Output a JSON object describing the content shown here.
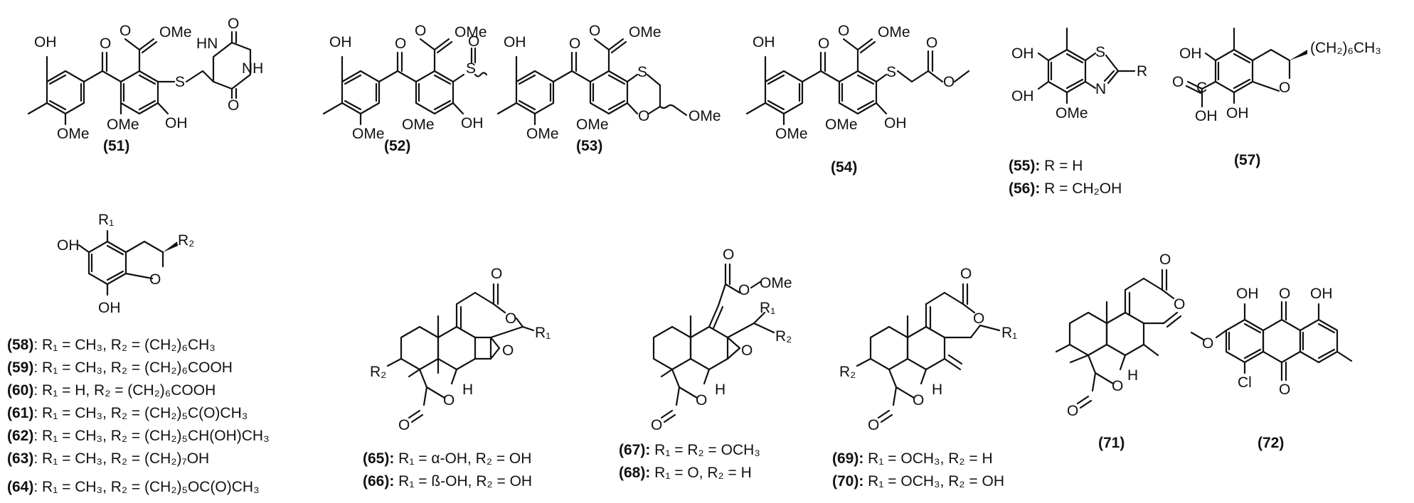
{
  "compounds": {
    "c51": "(51)",
    "c52": "(52)",
    "c53": "(53)",
    "c54": "(54)",
    "c57": "(57)",
    "c71": "(71)",
    "c72": "(72)"
  },
  "legends": {
    "l55": {
      "id": "(55):",
      "text": " R = H"
    },
    "l56": {
      "id": "(56):",
      "text": " R = CH₂OH"
    },
    "l58": {
      "id": "(58)",
      "text": ": R₁ = CH₃, R₂ = (CH₂)₆CH₃"
    },
    "l59": {
      "id": "(59)",
      "text": ": R₁ = CH₃, R₂ = (CH₂)₆COOH"
    },
    "l60": {
      "id": "(60)",
      "text": ": R₁ = H, R₂ = (CH₂)₆COOH"
    },
    "l61": {
      "id": "(61)",
      "text": ": R₁ = CH₃, R₂ = (CH₂)₅C(O)CH₃"
    },
    "l62": {
      "id": "(62)",
      "text": ": R₁ = CH₃, R₂ = (CH₂)₅CH(OH)CH₃"
    },
    "l63": {
      "id": "(63)",
      "text": ": R₁ = CH₃, R₂ = (CH₂)₇OH"
    },
    "l64": {
      "id": "(64)",
      "text": ": R₁ = CH₃, R₂ = (CH₂)₅OC(O)CH₃"
    },
    "l65": {
      "id": "(65):",
      "text": " R₁ = α-OH, R₂ = OH"
    },
    "l66": {
      "id": "(66):",
      "text": " R₁ = ß-OH, R₂ = OH"
    },
    "l67": {
      "id": "(67):",
      "text": " R₁ = R₂ = OCH₃"
    },
    "l68": {
      "id": "(68):",
      "text": " R₁ = O, R₂ = H"
    },
    "l69": {
      "id": "(69):",
      "text": " R₁ = OCH₃, R₂ = H"
    },
    "l70": {
      "id": "(70):",
      "text": " R₁ = OCH₃, R₂ = OH"
    }
  },
  "atoms": {
    "OH": "OH",
    "O": "O",
    "OMe": "OMe",
    "S": "S",
    "N": "N",
    "HN": "HN",
    "NH": "NH",
    "H": "H",
    "Cl": "Cl",
    "R": "R",
    "R1": "R₁",
    "R2": "R₂",
    "C": "C",
    "CH2_6CH3": "(CH₂)₆CH₃",
    "OMe_OMe": "OMe OMe"
  }
}
